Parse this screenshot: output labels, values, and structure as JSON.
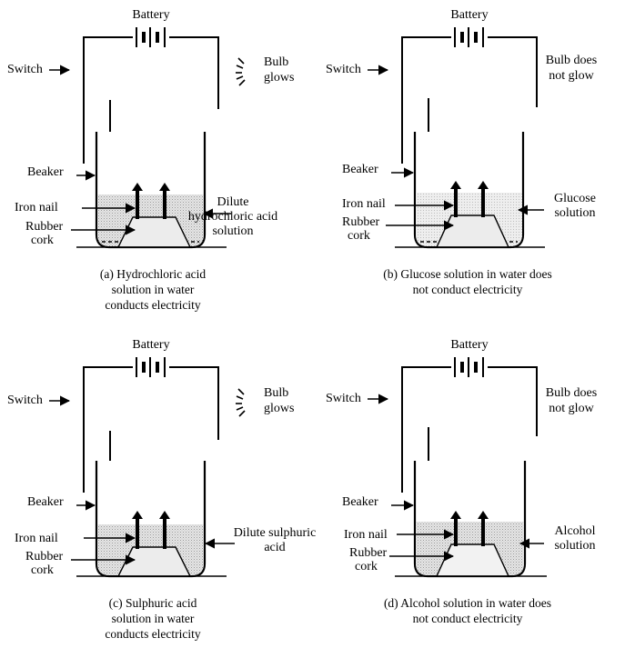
{
  "panels": [
    {
      "battery": "Battery",
      "switch": "Switch",
      "bulb_line1": "Bulb",
      "bulb_line2": "glows",
      "beaker": "Beaker",
      "iron_nail": "Iron nail",
      "rubber_line1": "Rubber",
      "rubber_line2": "cork",
      "solution_line1": "Dilute",
      "solution_line2": "hydrochloric acid",
      "solution_line3": "solution",
      "caption_line1": "(a) Hydrochloric acid",
      "caption_line2": "solution in water",
      "caption_line3": "conducts electricity",
      "bulb_glows": true
    },
    {
      "battery": "Battery",
      "switch": "Switch",
      "bulb_line1": "Bulb does",
      "bulb_line2": "not glow",
      "beaker": "Beaker",
      "iron_nail": "Iron nail",
      "rubber_line1": "Rubber",
      "rubber_line2": "cork",
      "solution_line1": "Glucose",
      "solution_line2": "solution",
      "solution_line3": "",
      "caption_line1": "(b) Glucose solution in water does",
      "caption_line2": "not conduct electricity",
      "caption_line3": "",
      "bulb_glows": false
    },
    {
      "battery": "Battery",
      "switch": "Switch",
      "bulb_line1": "Bulb",
      "bulb_line2": "glows",
      "beaker": "Beaker",
      "iron_nail": "Iron nail",
      "rubber_line1": "Rubber",
      "rubber_line2": "cork",
      "solution_line1": "Dilute sulphuric",
      "solution_line2": "acid",
      "solution_line3": "",
      "caption_line1": "(c) Sulphuric acid",
      "caption_line2": "solution in water",
      "caption_line3": "conducts electricity",
      "bulb_glows": true
    },
    {
      "battery": "Battery",
      "switch": "Switch",
      "bulb_line1": "Bulb does",
      "bulb_line2": "not glow",
      "beaker": "Beaker",
      "iron_nail": "Iron nail",
      "rubber_line1": "Rubber",
      "rubber_line2": "cork",
      "solution_line1": "Alcohol",
      "solution_line2": "solution",
      "solution_line3": "",
      "caption_line1": "(d) Alcohol solution in water does",
      "caption_line2": "not conduct electricity",
      "caption_line3": "",
      "bulb_glows": false
    }
  ]
}
